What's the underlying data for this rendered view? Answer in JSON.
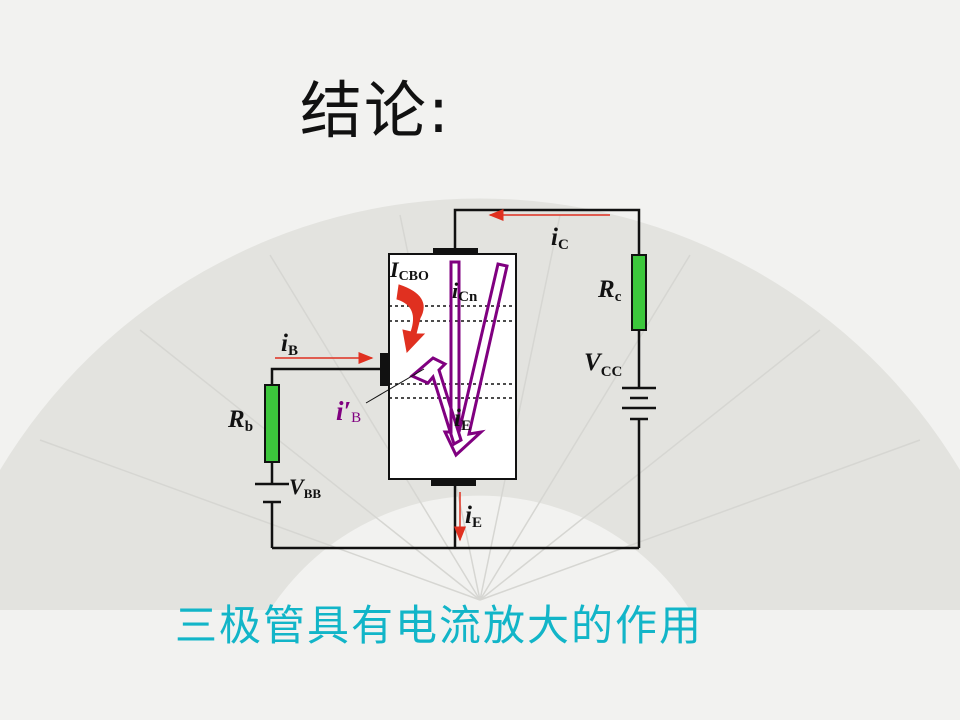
{
  "title": "结论:",
  "conclusion": "三极管具有电流放大的作用",
  "labels": {
    "iC": {
      "main": "i",
      "sub": "C"
    },
    "Rc": {
      "main": "R",
      "sub": "c"
    },
    "VCC": {
      "main": "V",
      "sub": "CC"
    },
    "ICBO": {
      "main": "I",
      "sub": "CBO"
    },
    "iCn": {
      "main": "i",
      "sub": "Cn"
    },
    "iB": {
      "main": "i",
      "sub": "B"
    },
    "Rb": {
      "main": "R",
      "sub": "b"
    },
    "iB_prime": {
      "main": "i′",
      "sub": "B"
    },
    "iE_inner": {
      "main": "i",
      "sub": "E"
    },
    "VBB": {
      "main": "V",
      "sub": "BB"
    },
    "iE": {
      "main": "i",
      "sub": "E"
    }
  },
  "colors": {
    "wire": "#111111",
    "resistor": "#3cc73c",
    "current_arrow": "#e03020",
    "flow_arrow": "#800080",
    "conclusion_text": "#12b5c8"
  }
}
